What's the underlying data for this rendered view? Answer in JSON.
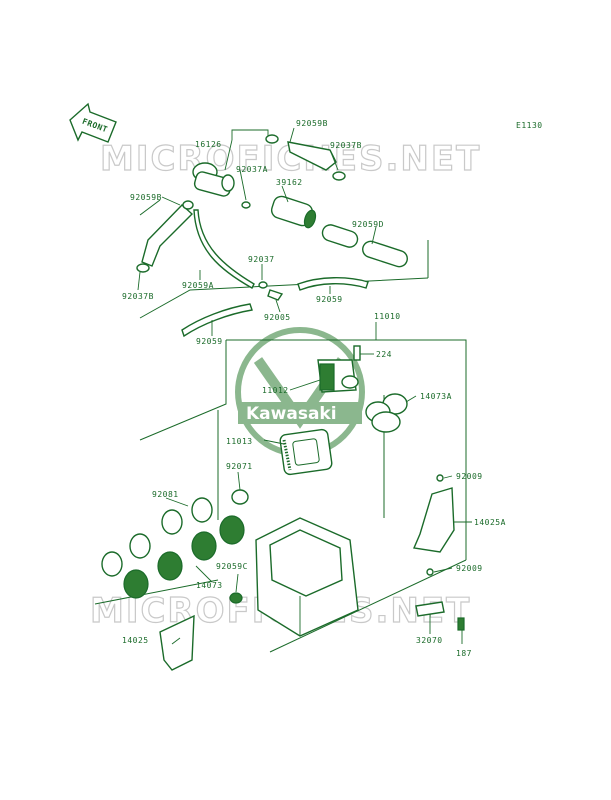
{
  "diagram_code": "E1130",
  "front_arrow_text": "FRONT",
  "watermark_text": "MICROFICHES.NET",
  "logo_text": "Kawasaki",
  "part_labels": {
    "p16126": "16126",
    "p92059B_top": "92059B",
    "p92037B_top": "92037B",
    "p92037A": "92037A",
    "p39162": "39162",
    "p92059B_left": "92059B",
    "p92059D": "92059D",
    "p92037": "92037",
    "p92059A": "92059A",
    "p92037B_left": "92037B",
    "p92005": "92005",
    "p92059_right": "92059",
    "p92059_lower": "92059",
    "p11010": "11010",
    "p224": "224",
    "p11012": "11012",
    "p14073A": "14073A",
    "p11013": "11013",
    "p92071": "92071",
    "p92009_top": "92009",
    "p92081": "92081",
    "p14025A": "14025A",
    "p92009_bottom": "92009",
    "p14073": "14073",
    "p92059C": "92059C",
    "p32070": "32070",
    "p14025": "14025",
    "p187": "187"
  }
}
